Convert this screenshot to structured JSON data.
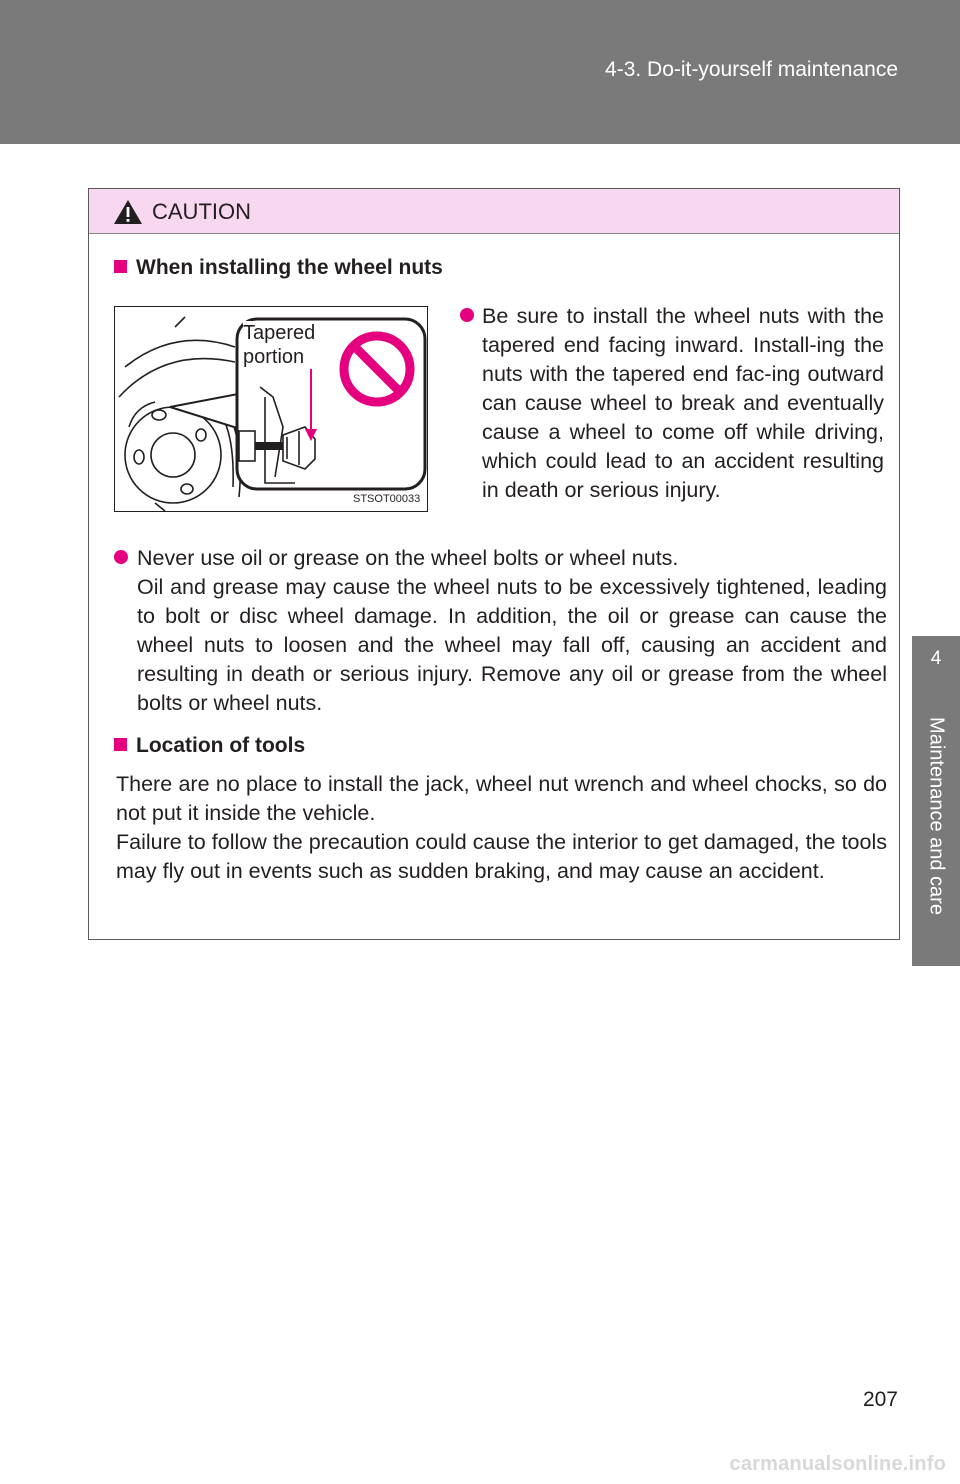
{
  "header": {
    "section": "4-3. Do-it-yourself maintenance"
  },
  "side_tab": {
    "number": "4",
    "label": "Maintenance and care"
  },
  "caution": {
    "title": "CAUTION",
    "icon": "warning-triangle-icon",
    "sections": [
      {
        "heading": "When installing the wheel nuts",
        "figure": {
          "label_line1": "Tapered",
          "label_line2": "portion",
          "code": "STSOT00033",
          "icon": "prohibition-icon"
        },
        "bullet1": "Be sure to install the wheel nuts with the tapered end facing inward. Install-ing the nuts with the tapered end fac-ing outward can cause wheel to break and eventually cause a wheel to come off while driving, which could lead to an accident resulting in death or serious injury.",
        "bullet2_line1": "Never use oil or grease on the wheel bolts or wheel nuts.",
        "bullet2_line2": "Oil and grease may cause the wheel nuts to be excessively tightened, leading to bolt or disc wheel damage. In addition, the oil or grease can cause the wheel nuts to loosen and the wheel may fall off, causing an accident and resulting in death or serious injury. Remove any oil or grease from the wheel bolts or wheel nuts."
      },
      {
        "heading": "Location of tools",
        "para1": "There are no place to install the jack, wheel nut wrench and wheel chocks, so do not put it inside the vehicle.",
        "para2": "Failure to follow the precaution could cause the interior to get damaged, the tools may fly out in events such as sudden braking, and may cause an accident."
      }
    ]
  },
  "page_number": "207",
  "footer": {
    "url": "carmanualsonline.info"
  },
  "colors": {
    "accent": "#e5007f",
    "caution_bg": "#f8d8f0",
    "header_bg": "#7a7a7a"
  }
}
